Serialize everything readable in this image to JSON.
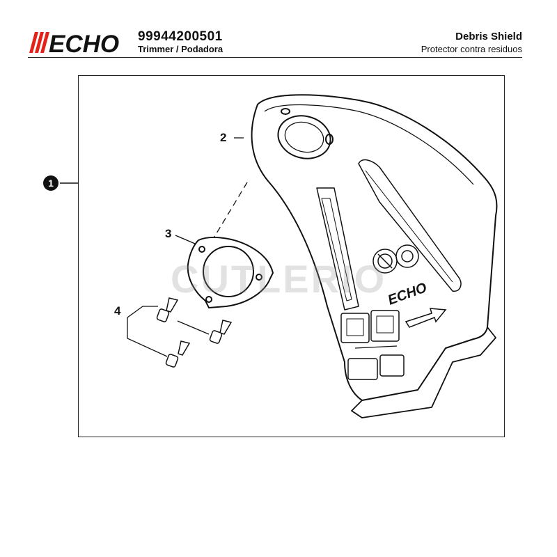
{
  "brand": {
    "logo_text": "ECHO"
  },
  "header": {
    "part_number": "99944200501",
    "product": "Trimmer / Podadora",
    "title_en": "Debris Shield",
    "title_es": "Protector contra residuos"
  },
  "shield_logo_text": "ECHO",
  "callouts": {
    "c1": "1",
    "c2": "2",
    "c3": "3",
    "c4": "4"
  },
  "watermark": "CUTLERIO",
  "icons": [
    "echo-logo-icon",
    "rotation-arrow-icon",
    "badge-icon",
    "screw-icon"
  ]
}
